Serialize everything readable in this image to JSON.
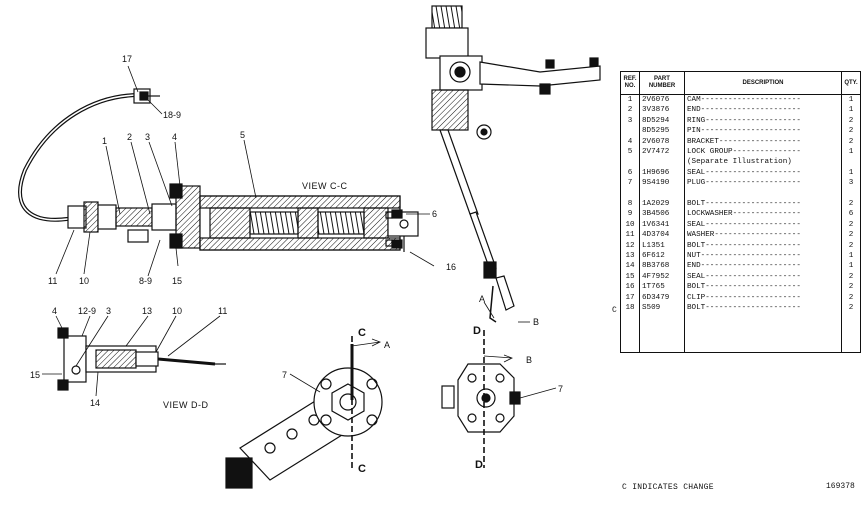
{
  "views": {
    "c": "VIEW C-C",
    "d": "VIEW D-D"
  },
  "callouts": {
    "main": [
      "17",
      "18-9",
      "1",
      "2",
      "3",
      "4",
      "5",
      "6",
      "11",
      "10",
      "8-9",
      "15",
      "16"
    ],
    "view_d": [
      "4",
      "12-9",
      "3",
      "13",
      "10",
      "11",
      "15",
      "14"
    ],
    "lower": [
      "7",
      "A",
      "C",
      "C",
      "7",
      "A",
      "B",
      "D",
      "B",
      "D"
    ]
  },
  "table": {
    "headers": {
      "ref": "REF. NO.",
      "part": "PART NUMBER",
      "desc": "DESCRIPTION",
      "qty": "QTY."
    },
    "rows": [
      {
        "ref": "1",
        "part": "2V6076",
        "desc": "CAM----------------------",
        "qty": "1"
      },
      {
        "ref": "2",
        "part": "3V3876",
        "desc": "END----------------------",
        "qty": "1"
      },
      {
        "ref": "3",
        "part": "8D5294",
        "desc": "RING---------------------",
        "qty": "2"
      },
      {
        "ref": "",
        "part": "8D5295",
        "desc": "PIN----------------------",
        "qty": "2"
      },
      {
        "ref": "4",
        "part": "2V6078",
        "desc": "BRACKET------------------",
        "qty": "2"
      },
      {
        "ref": "5",
        "part": "2V7472",
        "desc": "LOCK GROUP---------------",
        "qty": "1"
      },
      {
        "ref": "",
        "part": "",
        "desc": "(Separate Illustration)",
        "qty": ""
      },
      {
        "ref": "6",
        "part": "1H9696",
        "desc": "SEAL---------------------",
        "qty": "1"
      },
      {
        "ref": "7",
        "part": "9S4190",
        "desc": "PLUG---------------------",
        "qty": "3"
      },
      {
        "ref": "",
        "part": "",
        "desc": "",
        "qty": ""
      },
      {
        "ref": "8",
        "part": "1A2029",
        "desc": "BOLT---------------------",
        "qty": "2"
      },
      {
        "ref": "9",
        "part": "3B4506",
        "desc": "LOCKWASHER---------------",
        "qty": "6"
      },
      {
        "ref": "10",
        "part": "1V6341",
        "desc": "SEAL---------------------",
        "qty": "2"
      },
      {
        "ref": "11",
        "part": "4D3704",
        "desc": "WASHER-------------------",
        "qty": "2"
      },
      {
        "ref": "12",
        "part": "L1351",
        "desc": "BOLT---------------------",
        "qty": "2"
      },
      {
        "ref": "13",
        "part": "6F612",
        "desc": "NUT----------------------",
        "qty": "1"
      },
      {
        "ref": "14",
        "part": "8B3768",
        "desc": "END----------------------",
        "qty": "1"
      },
      {
        "ref": "15",
        "part": "4F7952",
        "desc": "SEAL---------------------",
        "qty": "2"
      },
      {
        "ref": "16",
        "part": "1T765",
        "desc": "BOLT---------------------",
        "qty": "2"
      },
      {
        "ref": "17",
        "part": "6D3479",
        "desc": "CLIP---------------------",
        "qty": "2"
      },
      {
        "ref": "18",
        "part": "S509",
        "desc": "BOLT---------------------",
        "qty": "2"
      }
    ],
    "change_marker": "C"
  },
  "footnote": "C INDICATES CHANGE",
  "figure_number": "169378",
  "colors": {
    "ink": "#111111",
    "paper": "#ffffff"
  }
}
